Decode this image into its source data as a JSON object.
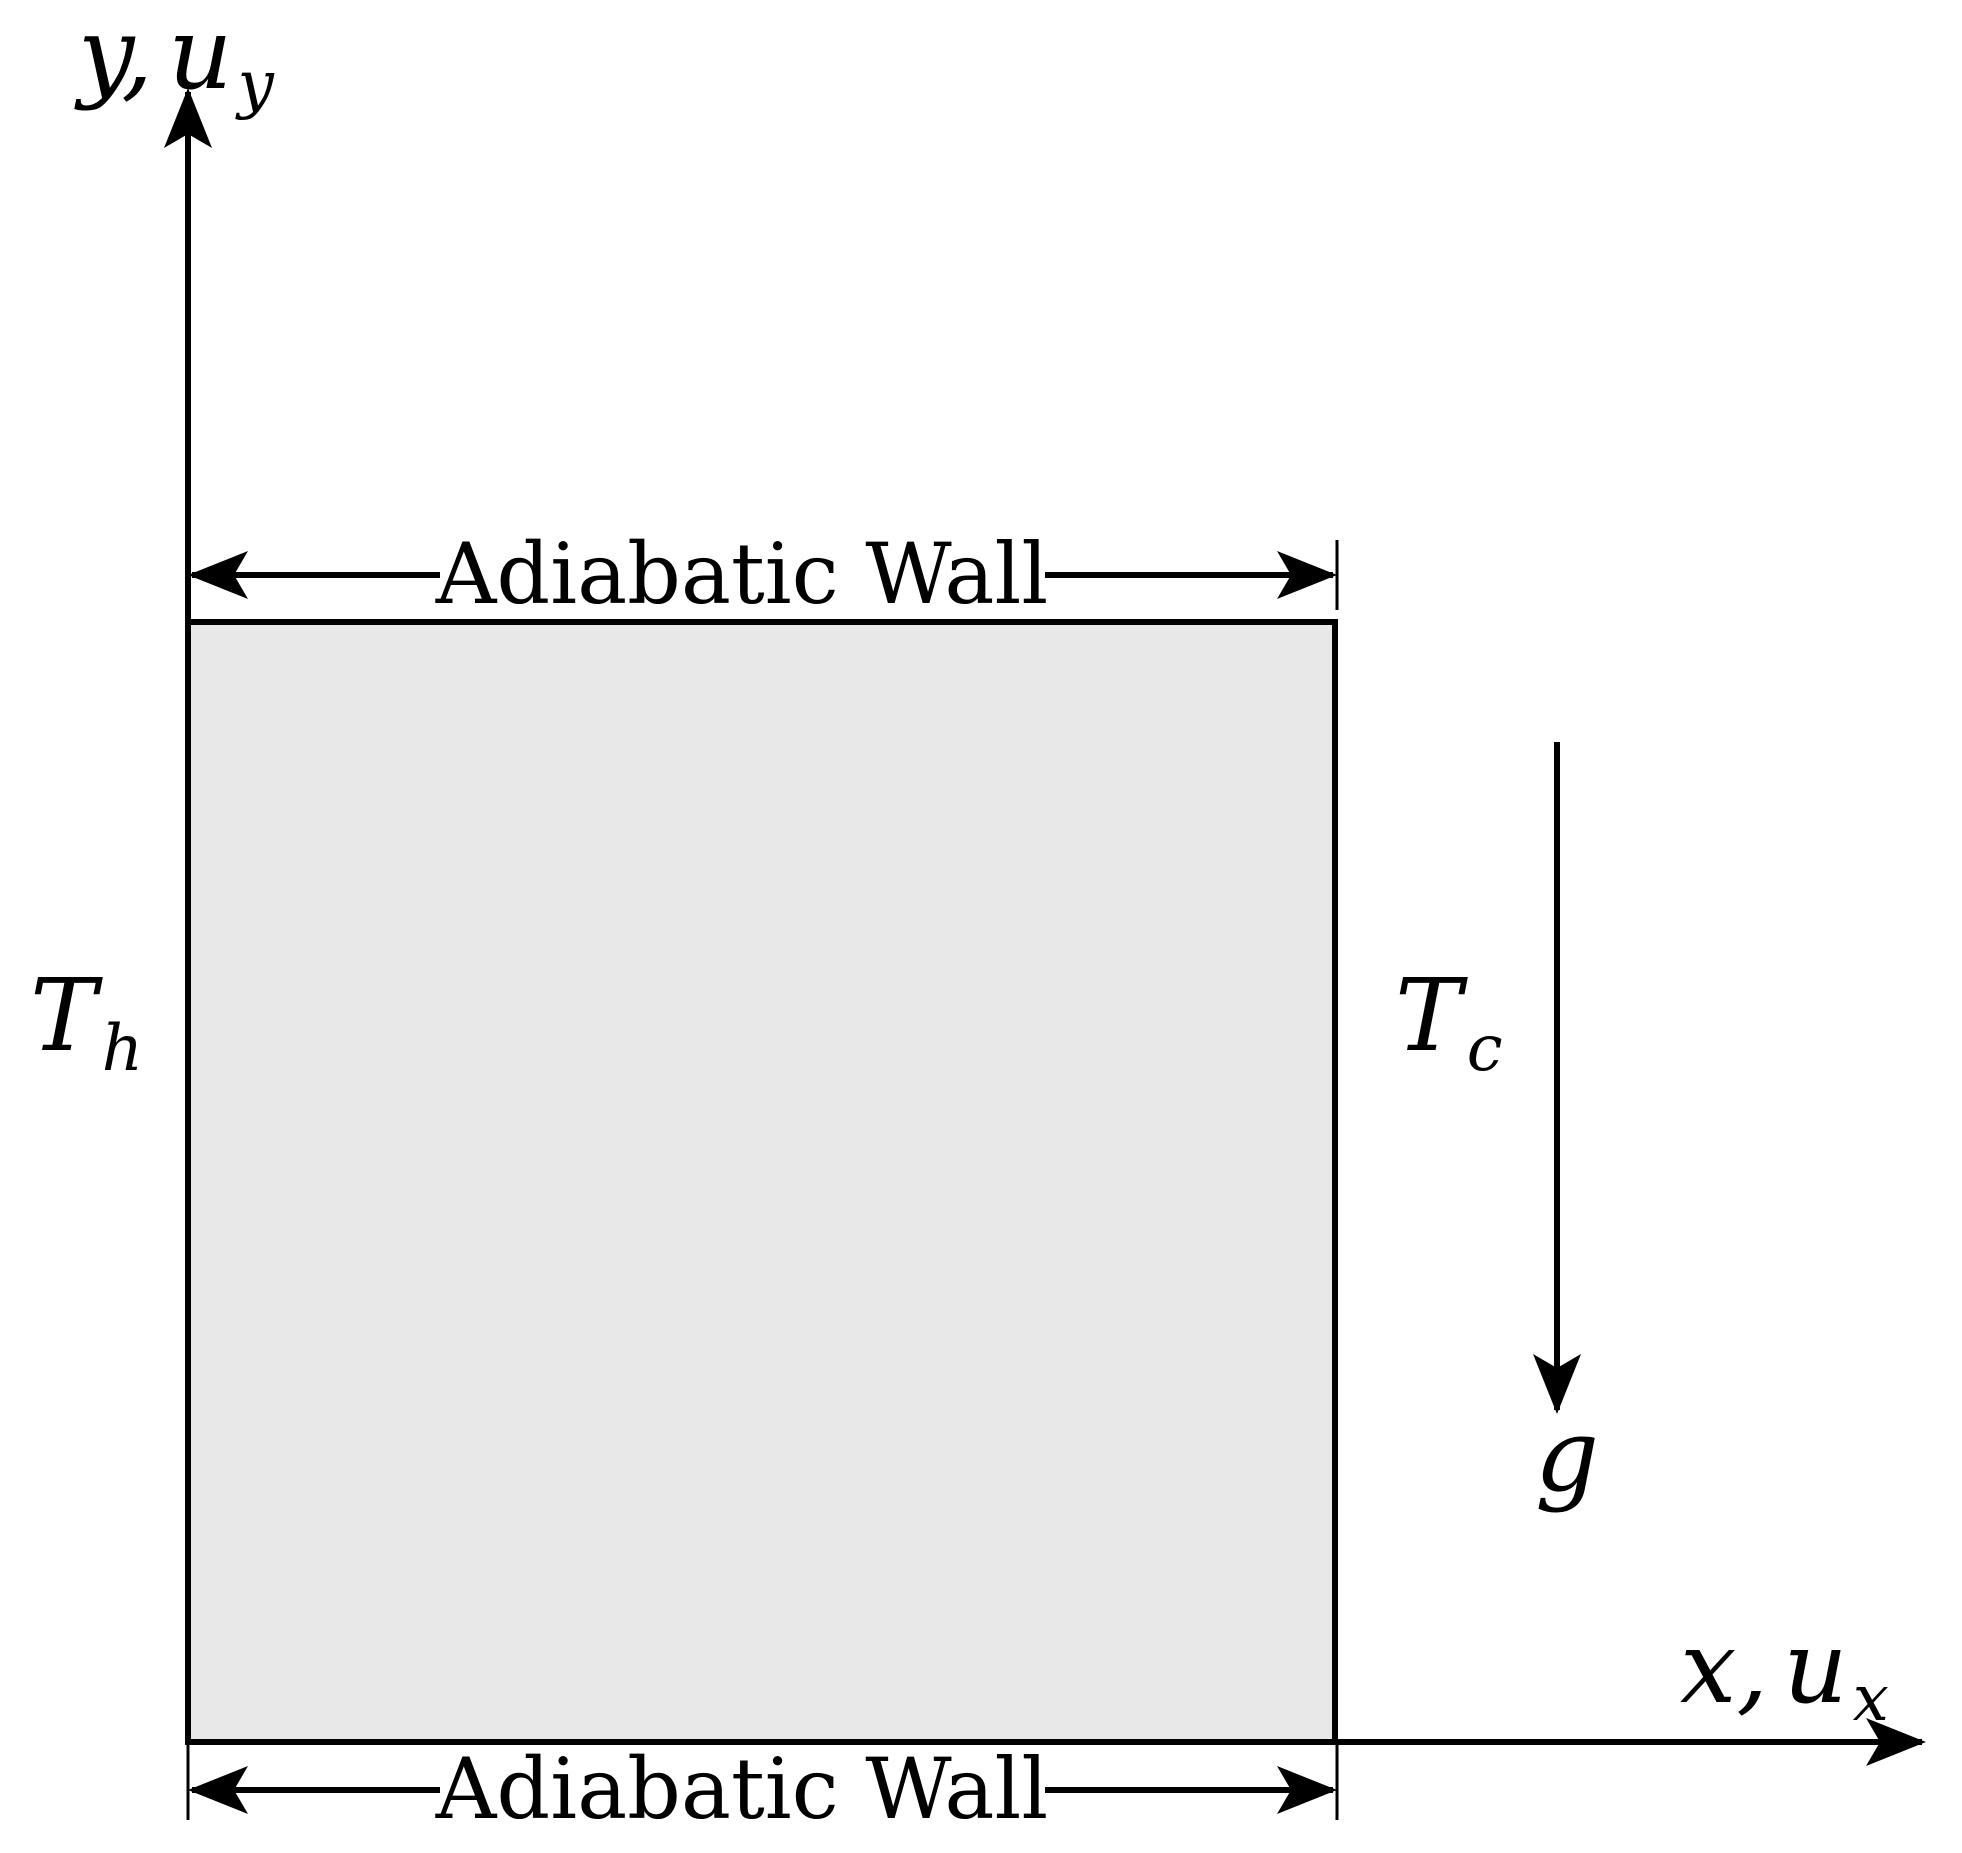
{
  "axes": {
    "y_label": {
      "main": "y,",
      "var": "u",
      "sub": "y"
    },
    "x_label": {
      "main": "x,",
      "var": "u",
      "sub": "x"
    }
  },
  "walls": {
    "top_label": "Adiabatic Wall",
    "bottom_label": "Adiabatic Wall"
  },
  "temperatures": {
    "hot": {
      "main": "T",
      "sub": "h"
    },
    "cold": {
      "main": "T",
      "sub": "c"
    }
  },
  "gravity": {
    "label": "g"
  },
  "colors": {
    "cavity_fill": "#e8e8e8",
    "stroke": "#000000",
    "background": "#ffffff"
  }
}
